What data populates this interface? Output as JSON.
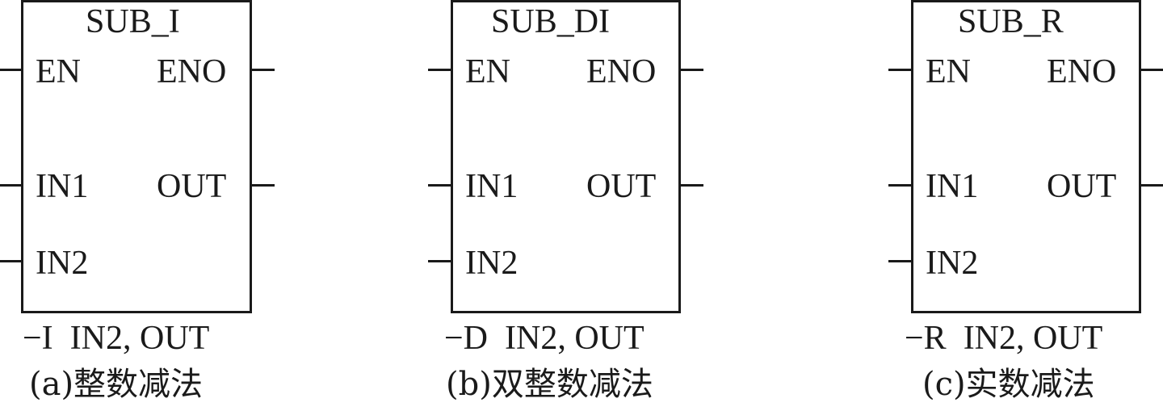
{
  "blocks": [
    {
      "title": "SUB_I",
      "pins": {
        "en": "EN",
        "eno": "ENO",
        "in1": "IN1",
        "out": "OUT",
        "in2": "IN2"
      },
      "statement": "−I  IN2, OUT",
      "caption": "(a)整数减法"
    },
    {
      "title": "SUB_DI",
      "pins": {
        "en": "EN",
        "eno": "ENO",
        "in1": "IN1",
        "out": "OUT",
        "in2": "IN2"
      },
      "statement": "−D  IN2, OUT",
      "caption": "(b)双整数减法"
    },
    {
      "title": "SUB_R",
      "pins": {
        "en": "EN",
        "eno": "ENO",
        "in1": "IN1",
        "out": "OUT",
        "in2": "IN2"
      },
      "statement": "−R  IN2, OUT",
      "caption": "(c)实数减法"
    }
  ]
}
